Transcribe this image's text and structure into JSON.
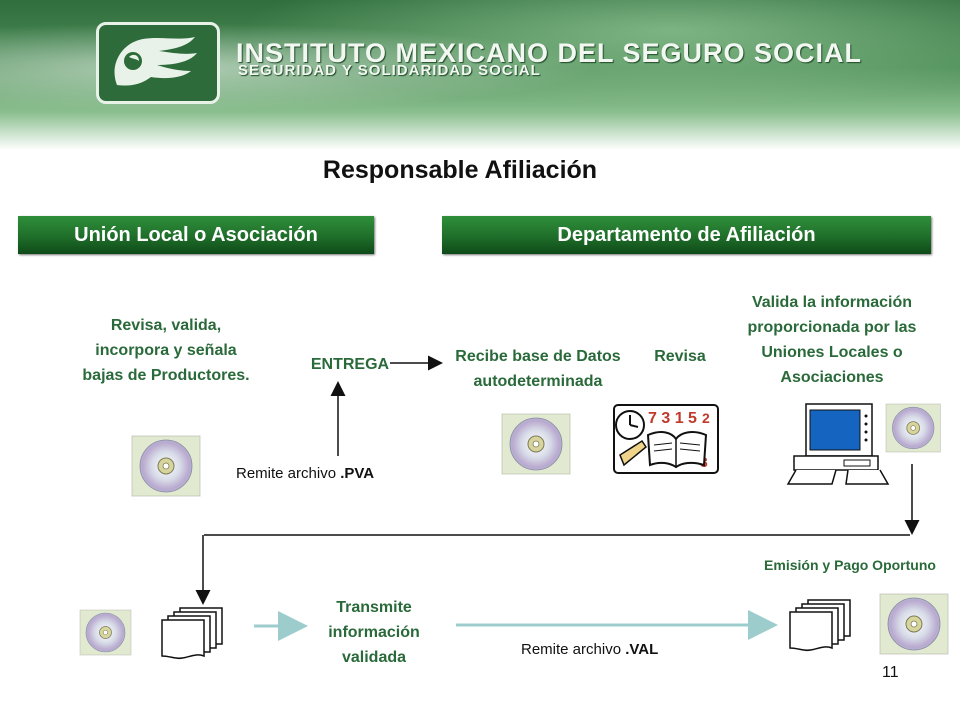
{
  "header": {
    "institution": "INSTITUTO MEXICANO DEL SEGURO SOCIAL",
    "motto": "SEGURIDAD Y SOLIDARIDAD SOCIAL",
    "logo_icon": "imss-eagle-logo-icon"
  },
  "title": "Responsable Afiliación",
  "lanes": {
    "left": "Unión Local o Asociación",
    "right": "Departamento de Afiliación"
  },
  "steps": {
    "review": "Revisa, valida, incorpora y señala bajas de Productores.",
    "entrega": "ENTREGA",
    "receive": "Recibe base de Datos autodeterminada",
    "revisa": "Revisa",
    "validate": "Valida la información proporcionada por las Uniones Locales o Asociaciones",
    "emission": "Emisión y Pago Oportuno",
    "transmit": "Transmite información validada"
  },
  "files": {
    "pva_prefix": "Remite archivo ",
    "pva_ext": ".PVA",
    "val_prefix": "Remite archivo ",
    "val_ext": ".VAL"
  },
  "page_number": "11",
  "colors": {
    "accent_green": "#2a6a3a",
    "bar_green": "#1f6e2a",
    "arrow_teal": "#a9d6d6"
  }
}
